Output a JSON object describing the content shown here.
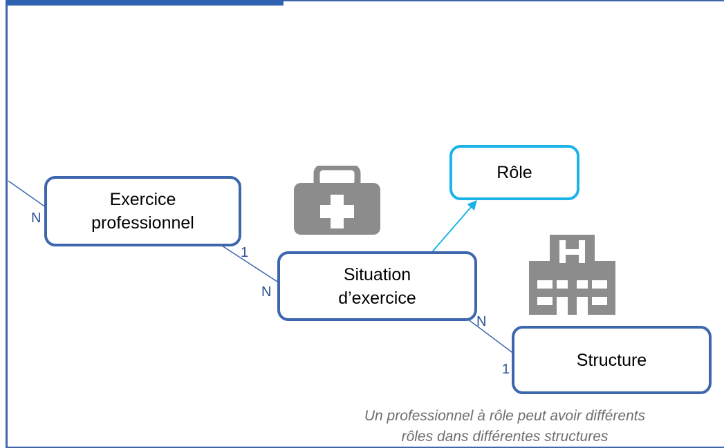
{
  "entities": {
    "exercice_professionnel": "Exercice\nprofessionnel",
    "situation_exercice": "Situation\nd’exercice",
    "structure": "Structure",
    "role": "Rôle"
  },
  "cardinalities": {
    "prev_to_exercice": "N",
    "exercice_to_situation": "1",
    "situation_from_exercice": "N",
    "situation_to_structure": "N",
    "structure_from_situation": "1"
  },
  "caption": "Un professionnel à rôle peut avoir différents\nrôles dans différentes structures",
  "icons": [
    "medical-bag-icon",
    "hospital-icon"
  ],
  "colors": {
    "frame": "#3f67ad",
    "entity_border": "#3d66ad",
    "role_border": "#1bb3e8",
    "role_link": "#1bb3e8",
    "icon_gray": "#8c8c8c",
    "caption": "#6e6e6e"
  }
}
